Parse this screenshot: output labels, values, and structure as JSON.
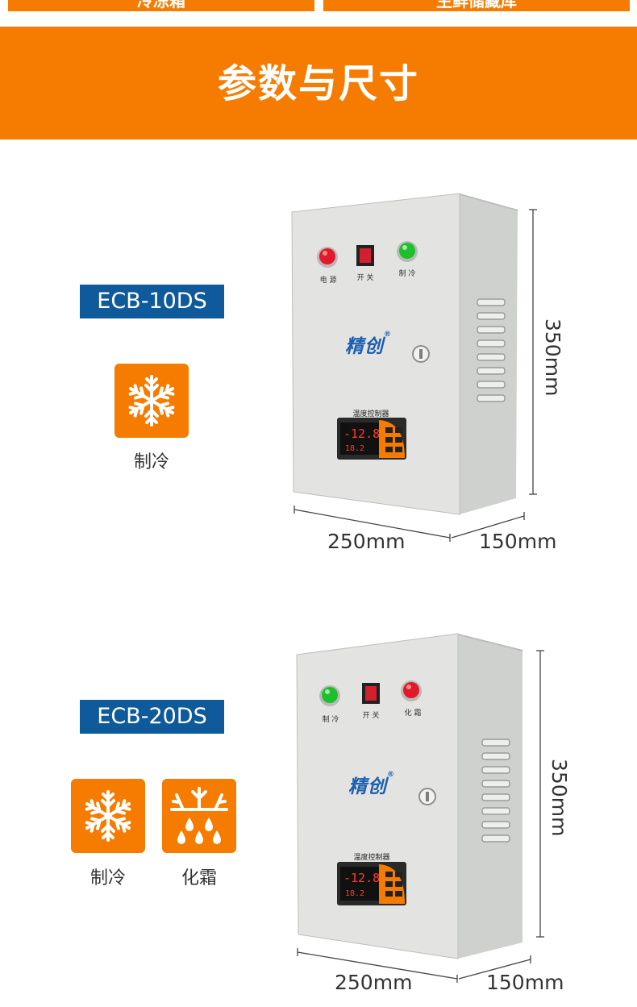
{
  "top_tabs": {
    "left": "冷冻箱",
    "right": "生鲜储藏库"
  },
  "banner": {
    "title": "参数与尺寸"
  },
  "products": [
    {
      "model": "ECB-10DS",
      "features": [
        "制冷"
      ],
      "panel": {
        "light_left": "电 源",
        "switch": "开 关",
        "light_right": "制 冷"
      },
      "brand": "精创",
      "controller_title": "温度控制器",
      "dims": {
        "height": "350mm",
        "width": "250mm",
        "depth": "150mm"
      }
    },
    {
      "model": "ECB-20DS",
      "features": [
        "制冷",
        "化霜"
      ],
      "panel": {
        "light_left": "制 冷",
        "switch": "开 关",
        "light_right": "化 霜"
      },
      "brand": "精创",
      "controller_title": "温度控制器",
      "dims": {
        "height": "350mm",
        "width": "250mm",
        "depth": "150mm"
      }
    }
  ],
  "colors": {
    "accent": "#f57c00",
    "label_blue": "#0f5a9a",
    "brand_blue": "#1d5fb0"
  },
  "icons": [
    "snowflake-icon",
    "defrost-icon"
  ]
}
